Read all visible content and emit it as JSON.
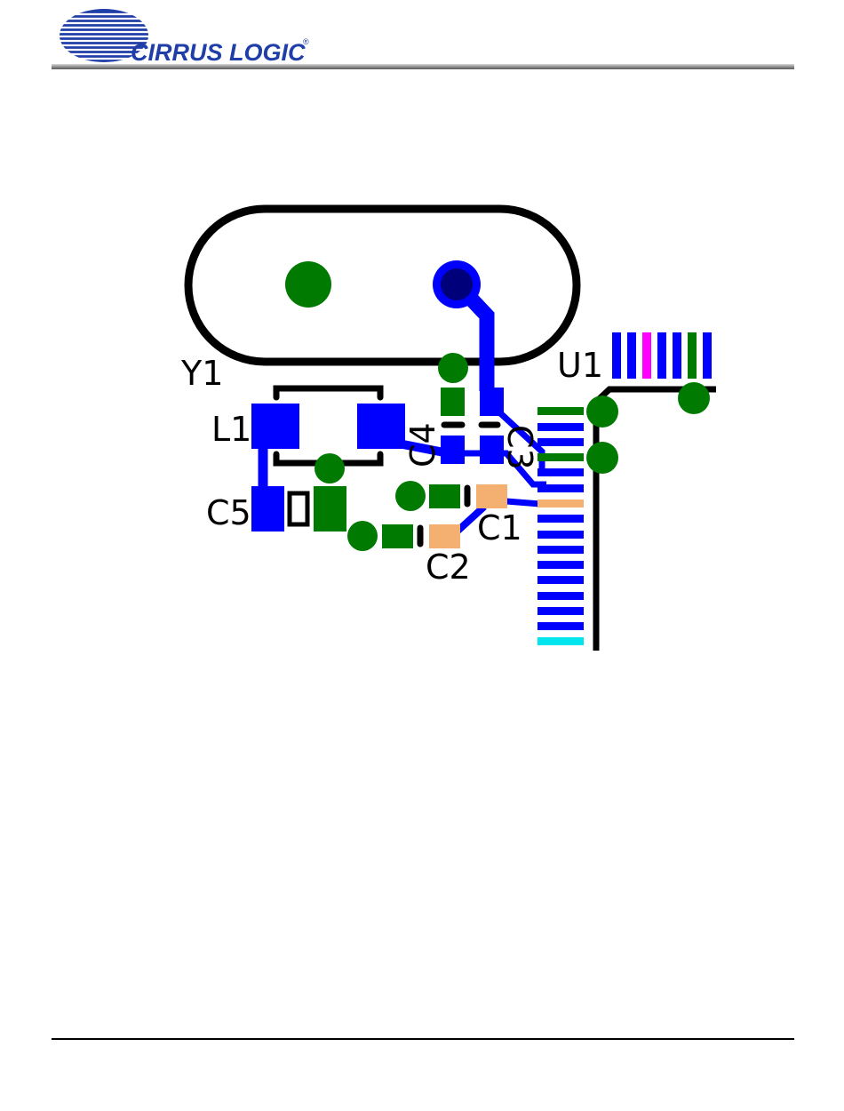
{
  "header": {
    "logo_text": "CIRRUS LOGIC",
    "logo_mark": "®"
  },
  "diagram": {
    "colors": {
      "top_copper": "#0000ff",
      "bottom_copper": "#007a00",
      "silkscreen": "#000000",
      "paste_pad": "#f4b070",
      "pin1_pad": "#ff00ff",
      "pin_highlight": "#00e5ee",
      "via_dark": "#00007a"
    },
    "labels": {
      "y1": "Y1",
      "l1": "L1",
      "c5": "C5",
      "c4": "C4",
      "c3": "C3",
      "c1": "C1",
      "c2": "C2",
      "u1": "U1"
    }
  }
}
